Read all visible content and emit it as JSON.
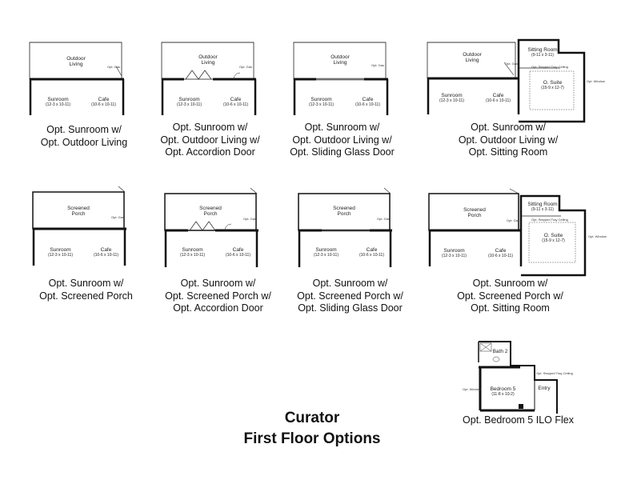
{
  "options": [
    {
      "caption": [
        "Opt. Sunroom w/",
        "Opt. Outdoor Living"
      ],
      "porch": "Outdoor",
      "porch2": "Living",
      "door": ""
    },
    {
      "caption": [
        "Opt. Sunroom w/",
        "Opt. Outdoor Living w/",
        "Opt. Accordion Door"
      ],
      "porch": "Outdoor",
      "porch2": "Living",
      "door": "accordion"
    },
    {
      "caption": [
        "Opt. Sunroom w/",
        "Opt. Outdoor Living w/",
        "Opt. Sliding Glass Door"
      ],
      "porch": "Outdoor",
      "porch2": "Living",
      "door": "slider"
    },
    {
      "caption": [
        "Opt. Sunroom w/",
        "Opt. Outdoor Living w/",
        "Opt. Sitting Room"
      ],
      "porch": "Outdoor",
      "porch2": "Living",
      "door": "sitting"
    },
    {
      "caption": [
        "Opt. Sunroom w/",
        "Opt. Screened Porch"
      ],
      "porch": "Screened",
      "porch2": "Porch",
      "door": ""
    },
    {
      "caption": [
        "Opt. Sunroom w/",
        "Opt. Screened Porch w/",
        "Opt. Accordion Door"
      ],
      "porch": "Screened",
      "porch2": "Porch",
      "door": "accordion"
    },
    {
      "caption": [
        "Opt. Sunroom w/",
        "Opt. Screened Porch w/",
        "Opt. Sliding Glass Door"
      ],
      "porch": "Screened",
      "porch2": "Porch",
      "door": "slider"
    },
    {
      "caption": [
        "Opt. Sunroom w/",
        "Opt. Screened Porch w/",
        "Opt. Sitting Room"
      ],
      "porch": "Screened",
      "porch2": "Porch",
      "door": "sitting"
    }
  ],
  "rooms": {
    "sunroom": {
      "name": "Sunroom",
      "dims": "(12-3 x 10-11)"
    },
    "cafe": {
      "name": "Cafe",
      "dims": "(10-6 x 10-11)"
    },
    "sitting": {
      "name": "Sitting Room",
      "dims": "(9-11 x 3-11)"
    },
    "suite": {
      "name": "O. Suite",
      "dims": "(15-9 x 12-7)"
    },
    "gas": "Opt. Gas",
    "tray": "Opt. Stepped Tray Ceiling",
    "window": "Opt. Window"
  },
  "flex": {
    "bath": "Bath 2",
    "bedroom": "Bedroom 5",
    "bedroom_dims": "(11-8 x 10-2)",
    "entry": "Entry",
    "caption": "Opt. Bedroom 5 ILO Flex"
  },
  "title": {
    "line1": "Curator",
    "line2": "First Floor Options"
  }
}
